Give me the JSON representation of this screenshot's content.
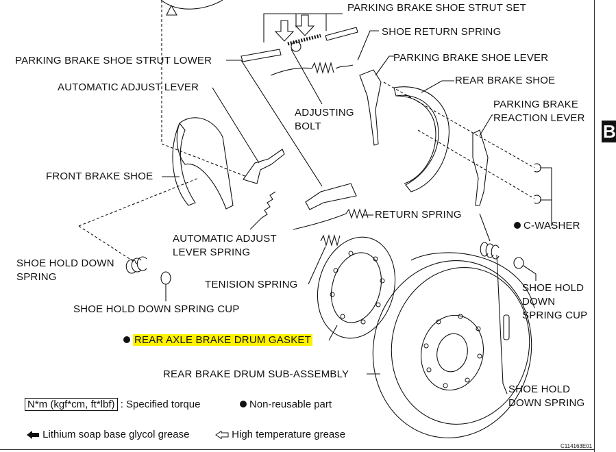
{
  "labels": {
    "parking_brake_shoe_strut_set": "PARKING BRAKE SHOE STRUT SET",
    "shoe_return_spring": "SHOE RETURN SPRING",
    "parking_brake_shoe_strut_lower": "PARKING BRAKE SHOE STRUT LOWER",
    "parking_brake_shoe_lever": "PARKING BRAKE SHOE LEVER",
    "rear_brake_shoe": "REAR BRAKE SHOE",
    "automatic_adjust_lever": "AUTOMATIC ADJUST LEVER",
    "adjusting_bolt_1": "ADJUSTING",
    "adjusting_bolt_2": "BOLT",
    "parking_brake_reaction_lever_1": "PARKING BRAKE",
    "parking_brake_reaction_lever_2": "REACTION LEVER",
    "front_brake_shoe": "FRONT BRAKE SHOE",
    "return_spring": "RETURN SPRING",
    "c_washer": "C-WASHER",
    "automatic_adjust_lever_spring_1": "AUTOMATIC ADJUST",
    "automatic_adjust_lever_spring_2": "LEVER SPRING",
    "shoe_hold_down_spring_left_1": "SHOE HOLD DOWN",
    "shoe_hold_down_spring_left_2": "SPRING",
    "tenision_spring": "TENISION SPRING",
    "shoe_hold_down_spring_cup_right_1": "SHOE HOLD",
    "shoe_hold_down_spring_cup_right_2": "DOWN",
    "shoe_hold_down_spring_cup_right_3": "SPRING CUP",
    "shoe_hold_down_spring_cup_left": "SHOE HOLD DOWN SPRING CUP",
    "rear_axle_brake_drum_gasket": "REAR AXLE BRAKE DRUM GASKET",
    "rear_brake_drum_sub_assembly": "REAR BRAKE DRUM SUB-ASSEMBLY",
    "shoe_hold_down_spring_right_1": "SHOE HOLD",
    "shoe_hold_down_spring_right_2": "DOWN SPRING"
  },
  "legend": {
    "torque_box": "N*m (kgf*cm, ft*lbf)",
    "torque_text": ": Specified torque",
    "non_reusable": "Non-reusable part",
    "lithium_grease": "Lithium soap base glycol grease",
    "high_temp_grease": "High temperature grease"
  },
  "figure_code": "C114163E01",
  "section_tab": "B",
  "colors": {
    "highlight": "#fff200",
    "ink": "#111111"
  },
  "icons": [
    "filled-arrow-icon",
    "outline-arrow-icon",
    "non-reusable-dot-icon"
  ]
}
